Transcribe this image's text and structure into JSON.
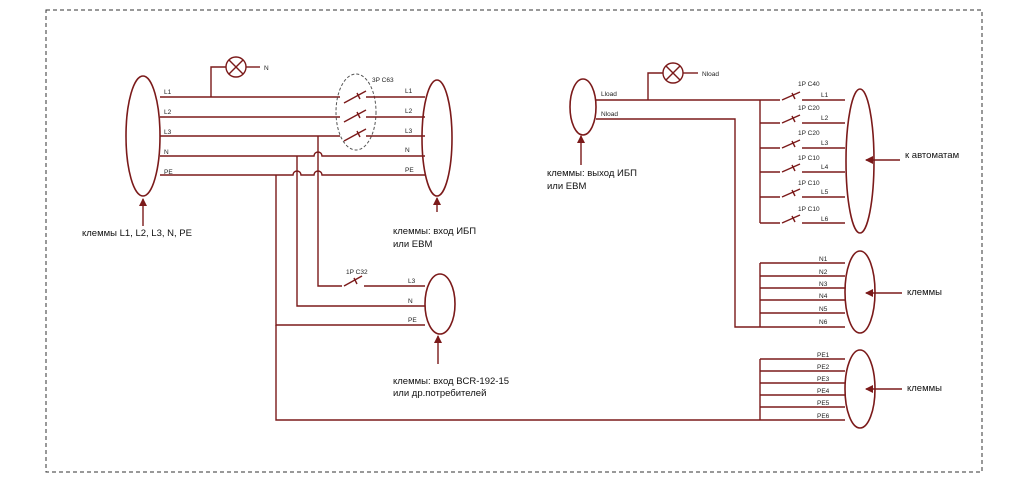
{
  "colors": {
    "wire": "#7b1a1a",
    "text": "#111111",
    "frame": "#333333"
  },
  "left_block": {
    "input_lines": [
      "L1",
      "L2",
      "L3",
      "N",
      "PE"
    ],
    "lamp_label": "N",
    "breaker3p_label": "3P C63",
    "ups_lines": [
      "L1",
      "L2",
      "L3",
      "N",
      "PE"
    ],
    "caption_terminals_line1": "клеммы L1, L2, L3, N, PE",
    "caption_ups_line1": "клеммы: вход ИБП",
    "caption_ups_line2": "или EBM",
    "breaker1p_label": "1P C32",
    "bcr_lines": [
      "L3",
      "N",
      "PE"
    ],
    "caption_bcr_line1": "клеммы: вход BCR-192-15",
    "caption_bcr_line2": "или др.потребителей"
  },
  "right_block": {
    "out_lines": [
      "Lload",
      "Nload"
    ],
    "lamp_label": "Nload",
    "caption_out_line1": "клеммы: выход ИБП",
    "caption_out_line2": "или EBM",
    "breakers": [
      {
        "label": "1P C40",
        "line": "L1"
      },
      {
        "label": "1P C20",
        "line": "L2"
      },
      {
        "label": "1P C20",
        "line": "L3"
      },
      {
        "label": "1P C10",
        "line": "L4"
      },
      {
        "label": "1P C10",
        "line": "L5"
      },
      {
        "label": "1P C10",
        "line": "L6"
      }
    ],
    "caption_breakers": "к автоматам",
    "n_lines": [
      "N1",
      "N2",
      "N3",
      "N4",
      "N5",
      "N6"
    ],
    "caption_n": "клеммы",
    "pe_lines": [
      "PE1",
      "PE2",
      "PE3",
      "PE4",
      "PE5",
      "PE6"
    ],
    "caption_pe": "клеммы"
  }
}
